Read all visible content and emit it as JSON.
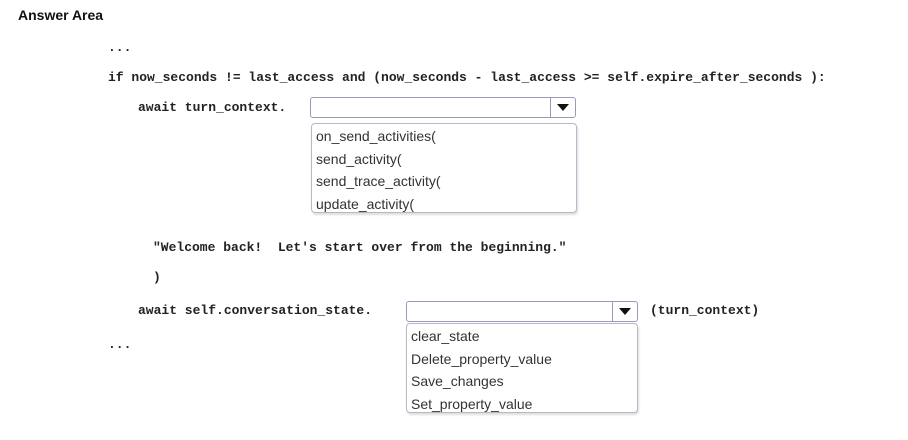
{
  "title": "Answer Area",
  "code": {
    "ellipsis_top": "...",
    "if_line": "if now_seconds != last_access and (now_seconds - last_access >= self.expire_after_seconds ):",
    "await_turn": "await turn_context.",
    "welcome": "\"Welcome back!  Let's start over from the beginning.\"",
    "close_paren": ")",
    "await_state": "await self.conversation_state.",
    "turn_context_arg": "(turn_context)",
    "ellipsis_bottom": "..."
  },
  "dropdown1": {
    "selected": "",
    "options": [
      "on_send_activities(",
      "send_activity(",
      "send_trace_activity(",
      "update_activity("
    ]
  },
  "dropdown2": {
    "selected": "",
    "options": [
      "clear_state",
      "Delete_property_value",
      "Save_changes",
      "Set_property_value"
    ]
  }
}
